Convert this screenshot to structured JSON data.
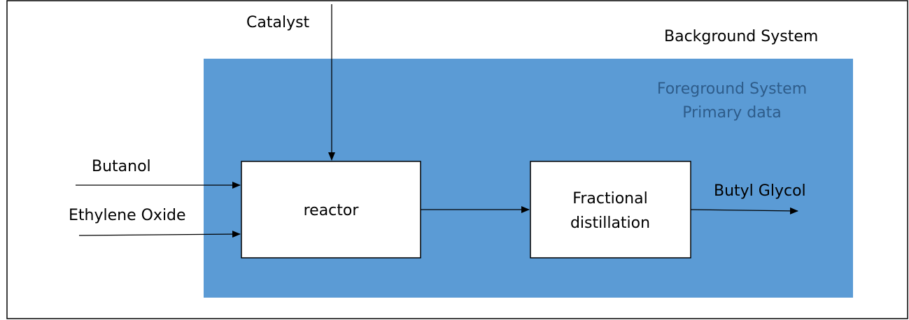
{
  "colors": {
    "foreground_fill": "#5b9bd5",
    "foreground_text": "#2e5c8a",
    "box_fill": "#ffffff",
    "line": "#000000",
    "frame": "#000000"
  },
  "background_system": {
    "label": "Background System"
  },
  "foreground_system": {
    "label_line1": "Foreground System",
    "label_line2": "Primary data"
  },
  "inputs": {
    "catalyst": "Catalyst",
    "butanol": "Butanol",
    "ethylene_oxide": "Ethylene Oxide"
  },
  "processes": {
    "reactor": "reactor",
    "distillation_line1": "Fractional",
    "distillation_line2": "distillation"
  },
  "output": {
    "label": "Butyl Glycol"
  }
}
